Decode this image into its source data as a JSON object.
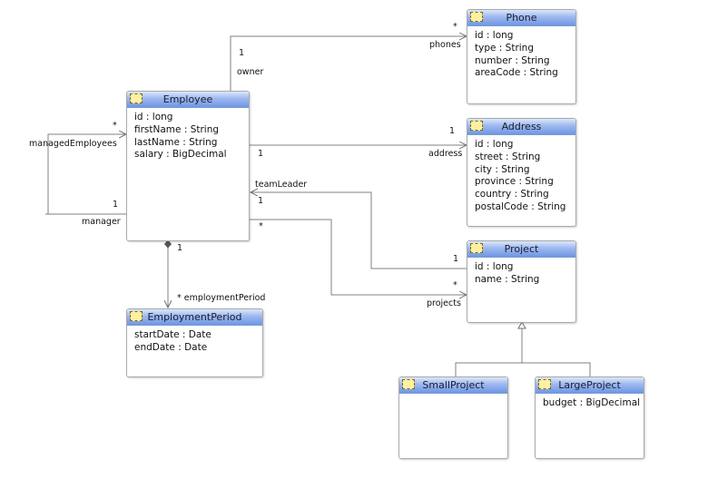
{
  "classes": {
    "employee": {
      "name": "Employee",
      "attributes": [
        "id  : long",
        "firstName  : String",
        "lastName  : String",
        "salary  : BigDecimal"
      ]
    },
    "phone": {
      "name": "Phone",
      "attributes": [
        "id  : long",
        "type  : String",
        "number  : String",
        "areaCode  : String"
      ]
    },
    "address": {
      "name": "Address",
      "attributes": [
        "id  : long",
        "street  : String",
        "city  : String",
        "province  : String",
        "country  : String",
        "postalCode  : String"
      ]
    },
    "project": {
      "name": "Project",
      "attributes": [
        "id  : long",
        "name  : String"
      ]
    },
    "employment_period": {
      "name": "EmploymentPeriod",
      "attributes": [
        "startDate  : Date",
        "endDate  : Date"
      ]
    },
    "small_project": {
      "name": "SmallProject",
      "attributes": []
    },
    "large_project": {
      "name": "LargeProject",
      "attributes": [
        "budget  : BigDecimal"
      ]
    }
  },
  "relations": {
    "phones": {
      "source_mult": "1",
      "source_role": "owner",
      "target_mult": "*",
      "target_role": "phones"
    },
    "address": {
      "source_mult": "1",
      "target_mult": "1",
      "target_role": "address"
    },
    "managed": {
      "many_mult": "*",
      "many_role": "managedEmployees",
      "one_mult": "1",
      "one_role": "manager"
    },
    "team_leader": {
      "role": "teamLeader",
      "employee_mult": "1",
      "project_mult": "1"
    },
    "projects": {
      "employee_mult": "*",
      "project_mult": "*",
      "role": "projects"
    },
    "employment_period": {
      "source_mult": "1",
      "target_label": "* employmentPeriod"
    }
  },
  "colors": {
    "header_top": "#dbe7fb",
    "header_bottom": "#6f96e4",
    "line": "#808080",
    "icon_fill": "#fff0a0"
  }
}
